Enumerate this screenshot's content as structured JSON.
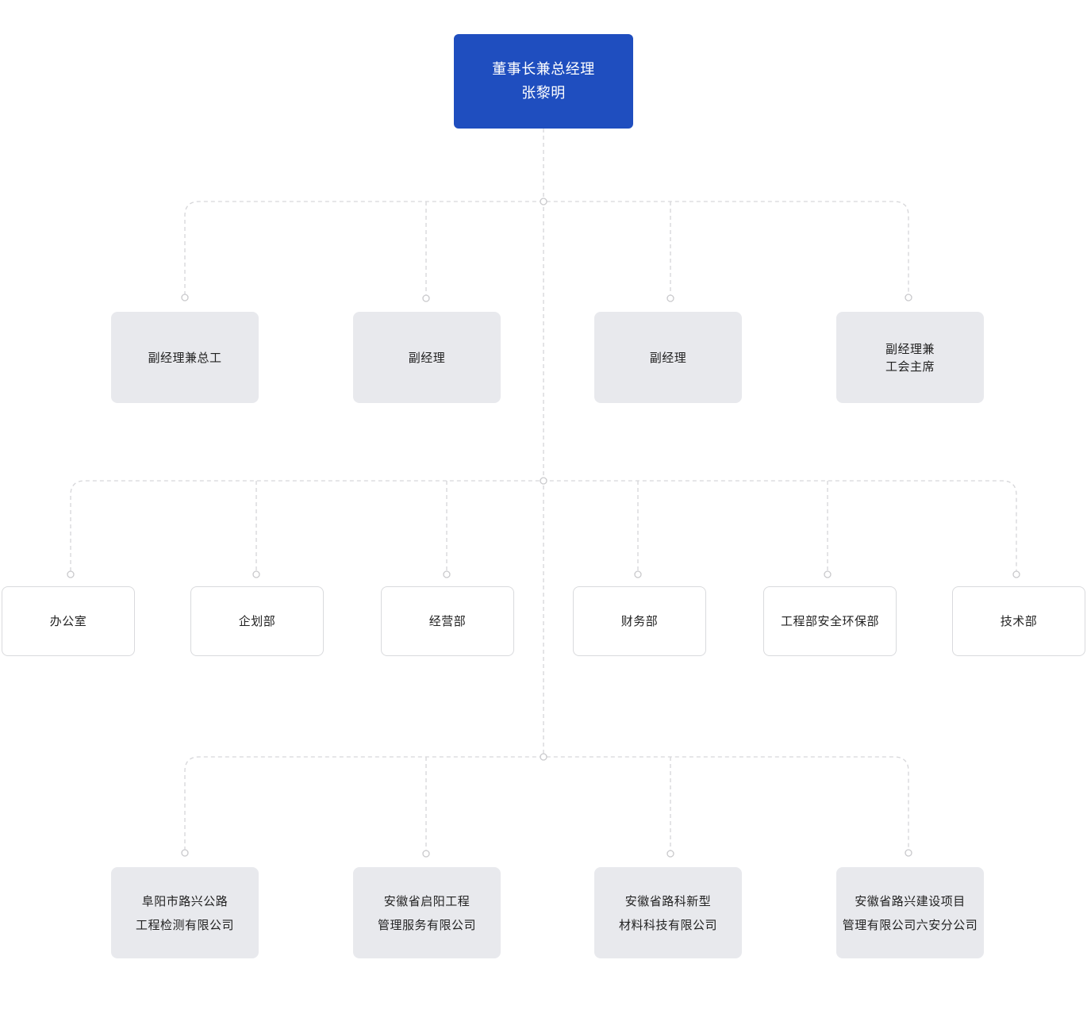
{
  "chairman": {
    "title": "董事长兼总经理",
    "name": "张黎明"
  },
  "deputies": [
    {
      "lines": [
        "副经理兼总工"
      ]
    },
    {
      "lines": [
        "副经理"
      ]
    },
    {
      "lines": [
        "副经理"
      ]
    },
    {
      "lines": [
        "副经理兼",
        "工会主席"
      ]
    }
  ],
  "departments": [
    {
      "label": "办公室"
    },
    {
      "label": "企划部"
    },
    {
      "label": "经营部"
    },
    {
      "label": "财务部"
    },
    {
      "label": "工程部安全环保部"
    },
    {
      "label": "技术部"
    }
  ],
  "subsidiaries": [
    {
      "lines": [
        "阜阳市路兴公路",
        "工程检测有限公司"
      ]
    },
    {
      "lines": [
        "安徽省启阳工程",
        "管理服务有限公司"
      ]
    },
    {
      "lines": [
        "安徽省路科新型",
        "材料科技有限公司"
      ]
    },
    {
      "lines": [
        "安徽省路兴建设项目",
        "管理有限公司六安分公司"
      ]
    }
  ],
  "colors": {
    "chairman_bg": "#1f4ebf",
    "node_gray_bg": "#e8e9ed",
    "outline_border": "#d9dadd",
    "connector": "#d6d6d9"
  }
}
